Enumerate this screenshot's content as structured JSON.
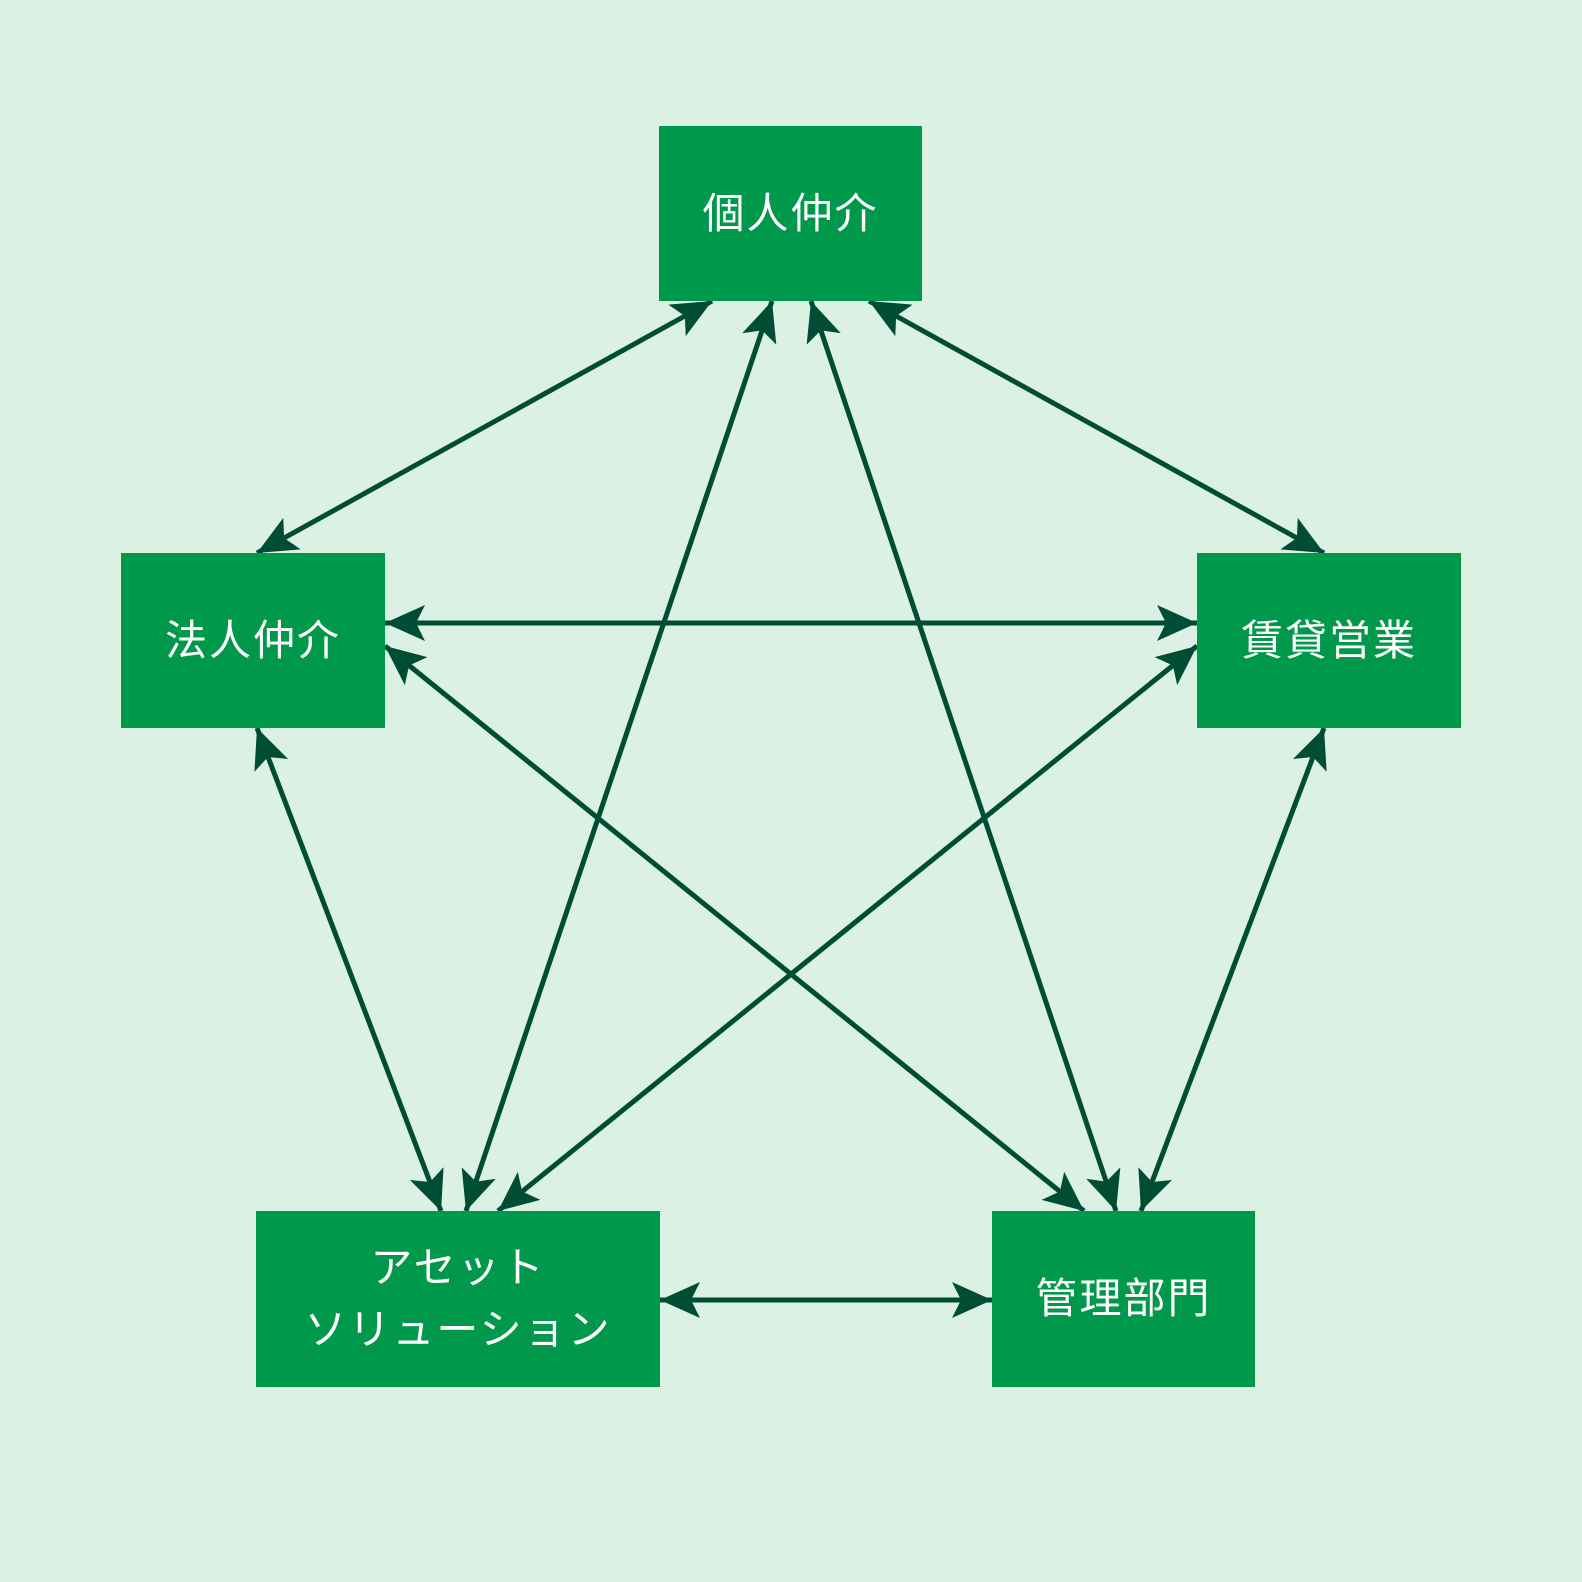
{
  "colors": {
    "background": "#daf1e4",
    "node": "#00984a",
    "edge": "#004d35",
    "text": "#ffffff"
  },
  "nodes": {
    "kojin": {
      "label": "個人仲介"
    },
    "hojin": {
      "label": "法人仲介"
    },
    "chintai": {
      "label": "賃貸営業"
    },
    "asset": {
      "label": "アセット\nソリューション"
    },
    "kanri": {
      "label": "管理部門"
    }
  },
  "edges": [
    {
      "from": "kojin",
      "to": "hojin",
      "direction": "both"
    },
    {
      "from": "kojin",
      "to": "chintai",
      "direction": "both"
    },
    {
      "from": "kojin",
      "to": "asset",
      "direction": "both"
    },
    {
      "from": "kojin",
      "to": "kanri",
      "direction": "both"
    },
    {
      "from": "hojin",
      "to": "chintai",
      "direction": "both"
    },
    {
      "from": "hojin",
      "to": "kanri",
      "direction": "both"
    },
    {
      "from": "chintai",
      "to": "asset",
      "direction": "both"
    },
    {
      "from": "hojin",
      "to": "asset",
      "direction": "both"
    },
    {
      "from": "chintai",
      "to": "kanri",
      "direction": "both"
    },
    {
      "from": "asset",
      "to": "kanri",
      "direction": "both"
    }
  ]
}
